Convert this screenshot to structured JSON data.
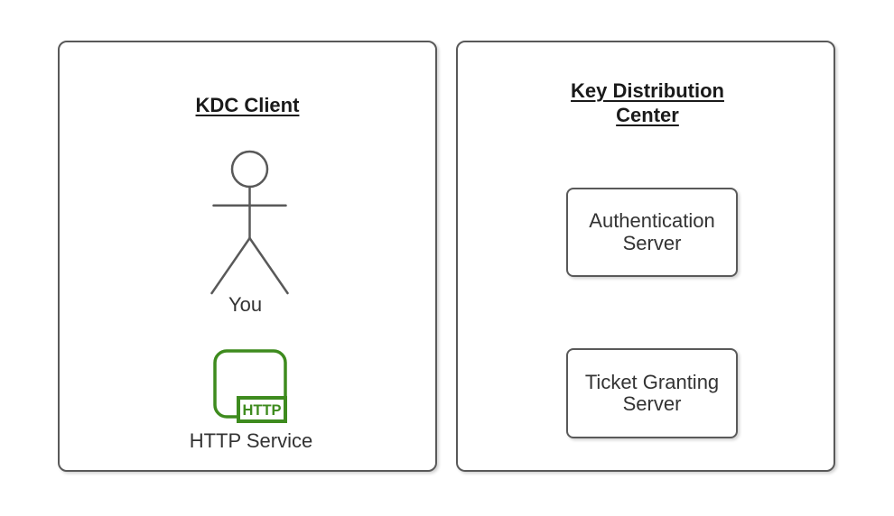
{
  "diagram": {
    "left_panel": {
      "title": "KDC Client",
      "actor_label": "You",
      "service_icon_text": "HTTP",
      "service_label": "HTTP Service"
    },
    "right_panel": {
      "title": "Key Distribution Center",
      "boxes": [
        {
          "label": "Authentication Server"
        },
        {
          "label": "Ticket Granting Server"
        }
      ]
    },
    "icons": [
      {
        "name": "stick-figure-icon"
      },
      {
        "name": "http-service-icon"
      }
    ],
    "colors": {
      "shape_border": "#595959",
      "service_green": "#3E8B1E",
      "label_text": "#333333",
      "title_text": "#1a1a1a"
    }
  }
}
